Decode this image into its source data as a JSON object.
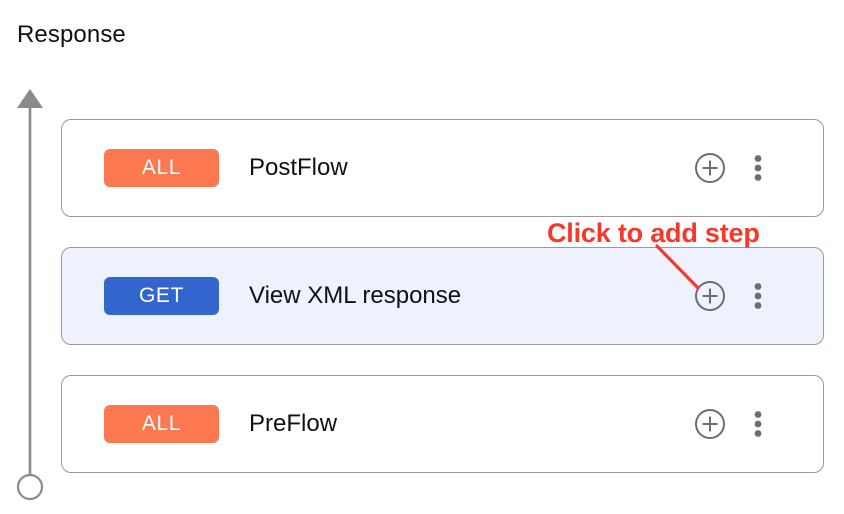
{
  "page": {
    "title": "Response",
    "background_color": "#ffffff"
  },
  "flow_axis": {
    "icon": "upward-arrow-line-with-endpoint-circle",
    "color": "#8a8a8a",
    "direction": "upward"
  },
  "colors": {
    "badge_all": "#fb7850",
    "badge_get": "#3366cc",
    "selected_row_background": "#edf2fd",
    "card_border": "#9a9a9e",
    "icon_gray": "#6e6e6e",
    "annotation_red": "#f6372b",
    "text_primary": "#111111"
  },
  "rows": [
    {
      "badge": "ALL",
      "badge_color": "#fb7850",
      "label": "PostFlow",
      "selected": false,
      "add_icon": "plus-circle-icon",
      "more_icon": "more-vertical-icon"
    },
    {
      "badge": "GET",
      "badge_color": "#3366cc",
      "label": "View XML response",
      "selected": true,
      "add_icon": "plus-circle-icon",
      "more_icon": "more-vertical-icon"
    },
    {
      "badge": "ALL",
      "badge_color": "#fb7850",
      "label": "PreFlow",
      "selected": false,
      "add_icon": "plus-circle-icon",
      "more_icon": "more-vertical-icon"
    }
  ],
  "annotation": {
    "text": "Click to add step",
    "color": "#f6372b",
    "points_to": "add-step-button-row-2"
  }
}
